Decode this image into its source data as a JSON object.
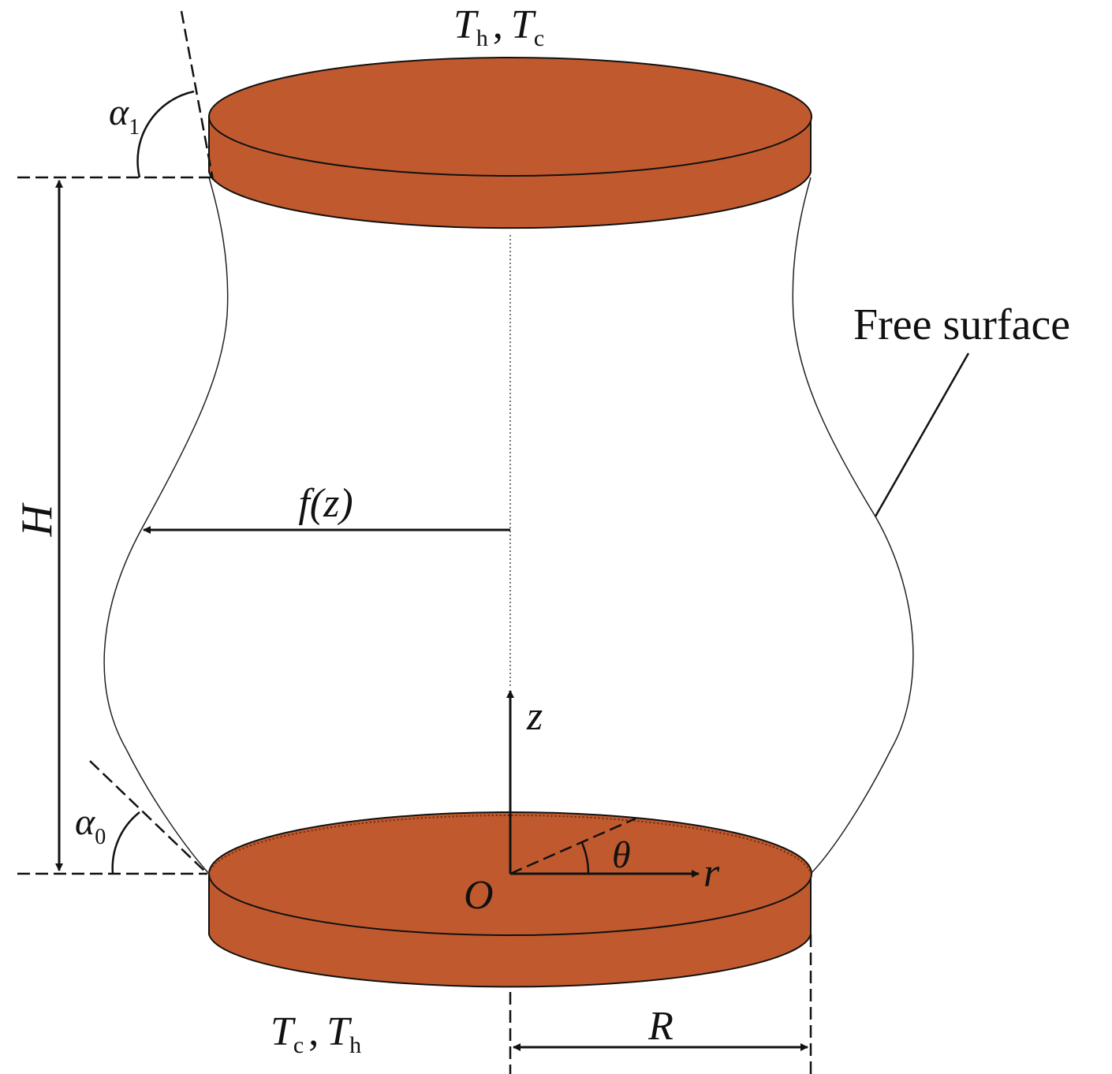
{
  "colors": {
    "disk_fill": "#c05a2e",
    "line": "#111111",
    "background": "#ffffff"
  },
  "labels": {
    "top_temp_1": "T",
    "top_temp_1_sub": "h",
    "top_temp_sep": ",",
    "top_temp_2": "T",
    "top_temp_2_sub": "c",
    "bottom_temp_1": "T",
    "bottom_temp_1_sub": "c",
    "bottom_temp_sep": ",",
    "bottom_temp_2": "T",
    "bottom_temp_2_sub": "h",
    "alpha1": "α",
    "alpha1_sub": "1",
    "alpha0": "α",
    "alpha0_sub": "0",
    "height": "H",
    "radius_function": "f(z)",
    "free_surface": "Free surface",
    "z_axis": "z",
    "r_axis": "r",
    "origin": "O",
    "theta": "θ",
    "radius": "R"
  }
}
